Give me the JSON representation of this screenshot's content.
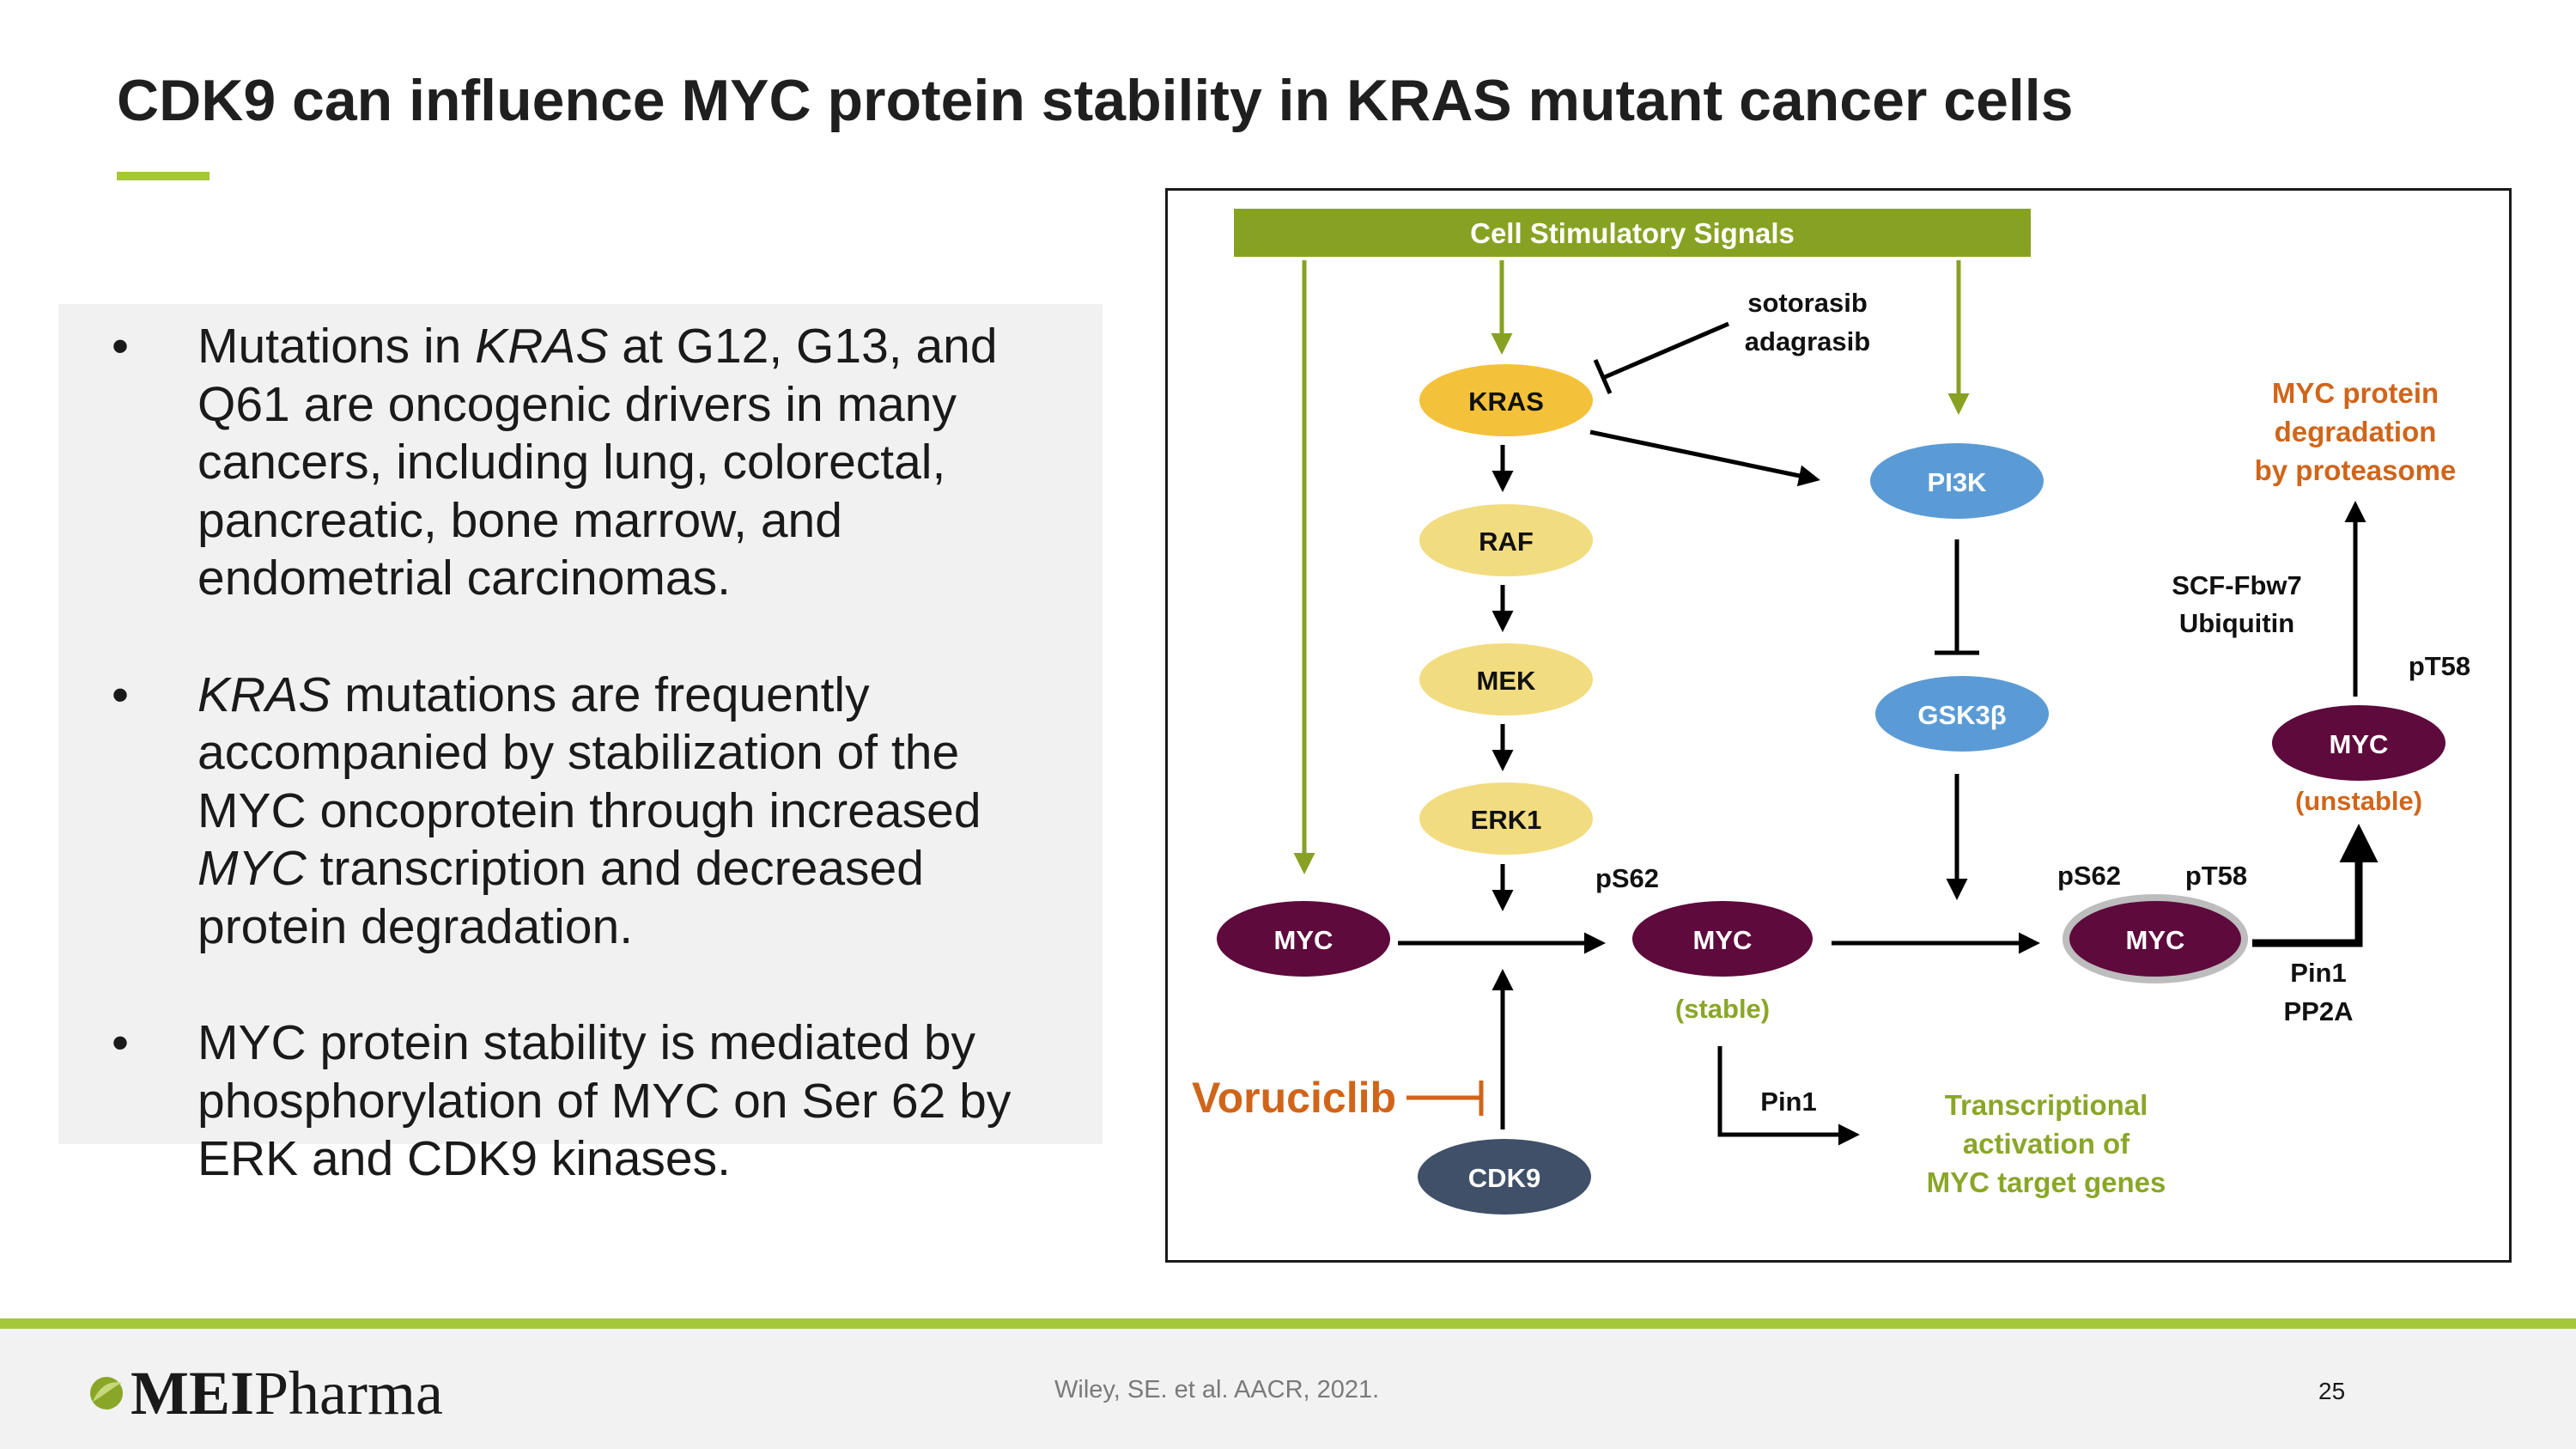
{
  "slide": {
    "title": "CDK9 can influence MYC protein stability in KRAS mutant cancer cells",
    "bullet_glyph": "•",
    "bullets": {
      "b1": {
        "kras": "KRAS",
        "t1": "Mutations in ",
        "t2": " at G12, G13, and Q61 are oncogenic drivers in many cancers, including lung, colorectal, pancreatic, bone marrow, and endometrial carcinomas."
      },
      "b2": {
        "kras": "KRAS",
        "t1": " mutations are frequently accompanied by stabilization of the MYC oncoprotein through increased ",
        "myc": "MYC",
        "t2": " transcription and decreased protein degradation."
      },
      "b3": {
        "text": "MYC protein stability is mediated by phosphorylation of MYC on Ser 62 by ERK and CDK9 kinases."
      }
    }
  },
  "diagram": {
    "banner": "Cell Stimulatory Signals",
    "nodes": {
      "kras": "KRAS",
      "raf": "RAF",
      "mek": "MEK",
      "erk1": "ERK1",
      "pi3k": "PI3K",
      "gsk3b": "GSK3β",
      "myc_left": "MYC",
      "myc_stable": "MYC",
      "myc_ps62_pt58": "MYC",
      "myc_unstable": "MYC",
      "cdk9": "CDK9"
    },
    "labels": {
      "sotorasib": "sotorasib",
      "adagrasib": "adagrasib",
      "ps62_a": "pS62",
      "ps62_b": "pS62",
      "pt58_a": "pT58",
      "pt58_b": "pT58",
      "stable": "(stable)",
      "unstable": "(unstable)",
      "scf_1": "SCF-Fbw7",
      "scf_2": "Ubiquitin",
      "pin1_a": "Pin1",
      "pin1_b": "Pin1",
      "pp2a": "PP2A",
      "deg_1": "MYC protein",
      "deg_2": "degradation",
      "deg_3": "by proteasome",
      "trans_1": "Transcriptional",
      "trans_2": "activation of",
      "trans_3": "MYC target genes",
      "voruciclib": "Voruciclib"
    },
    "colors": {
      "olive": "#87a222",
      "kras": "#f4c13a",
      "pathway": "#f2dc80",
      "blue": "#5b9bd5",
      "maroon": "#5e0a3c",
      "slate": "#3f5068",
      "orange": "#d0651a",
      "green_text": "#8aa628"
    }
  },
  "footer": {
    "logo_bold": "MEI",
    "logo_light": "Pharma",
    "citation": "Wiley, SE. et al. AACR, 2021.",
    "page": "25"
  }
}
